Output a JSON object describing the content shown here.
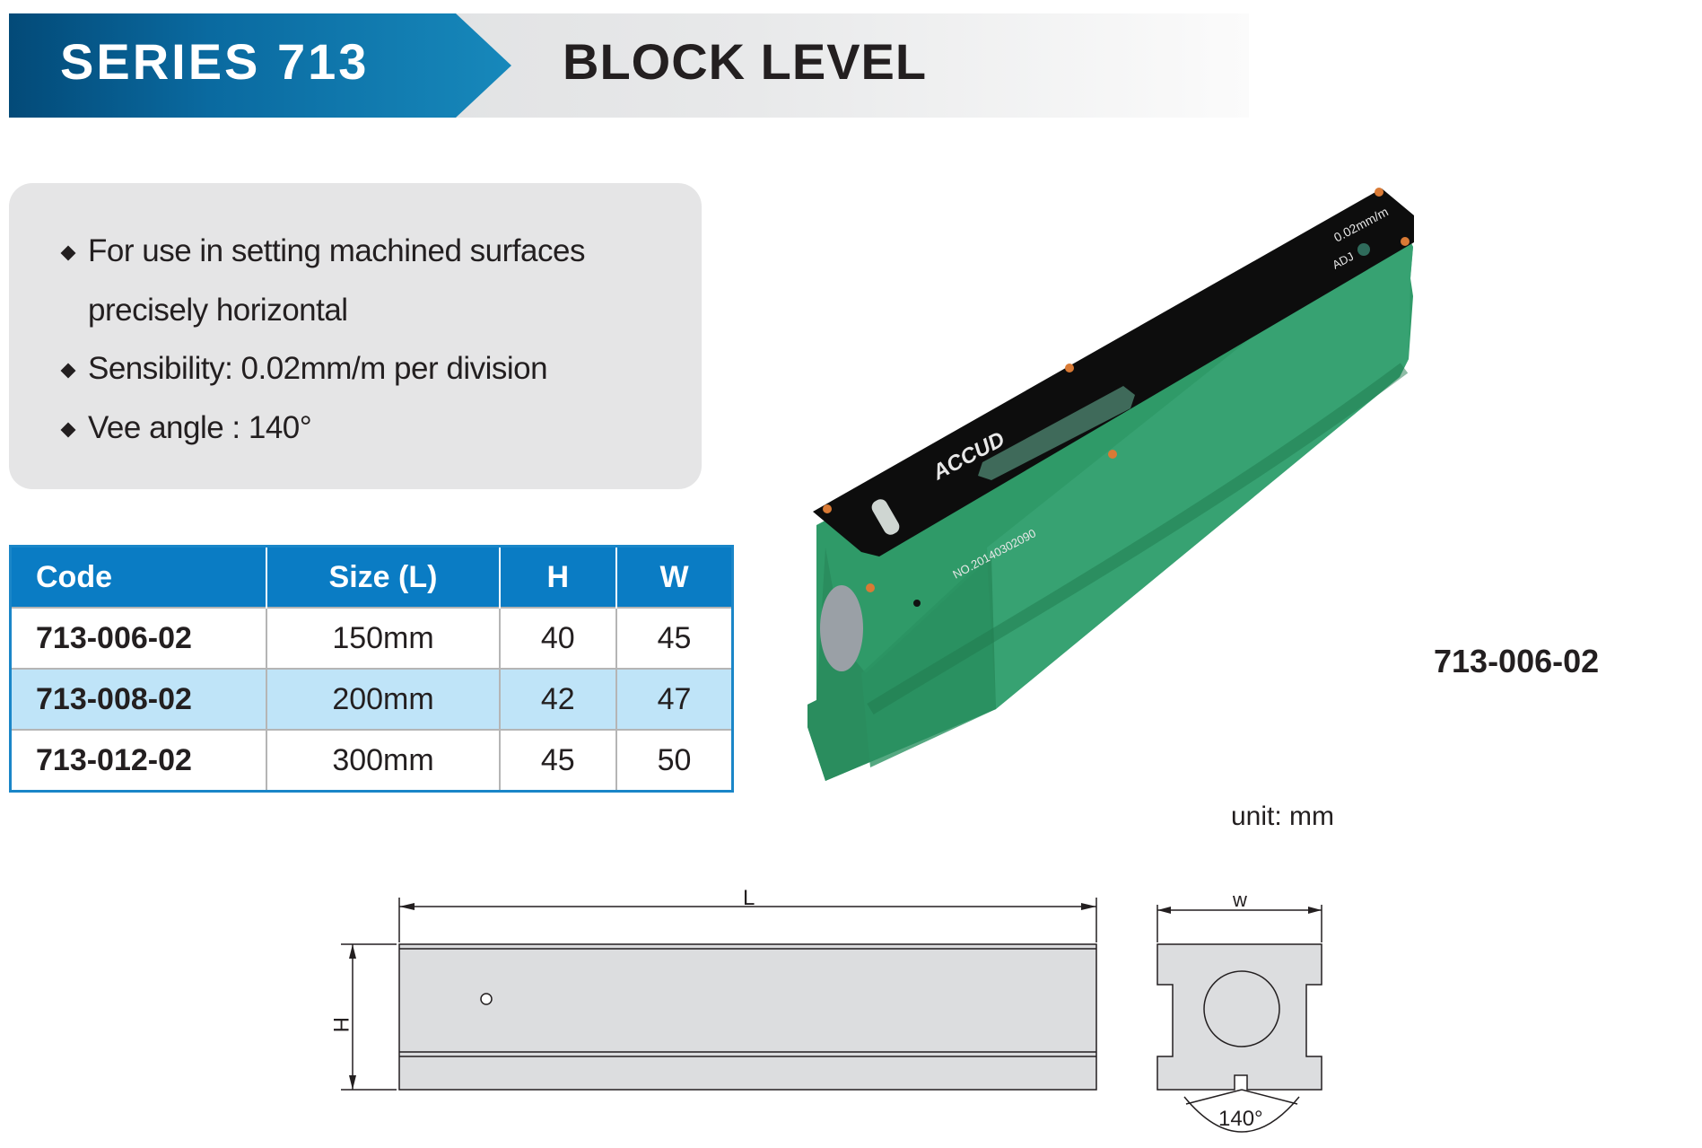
{
  "header": {
    "series": "SERIES 713",
    "title": "BLOCK LEVEL"
  },
  "features": [
    "For use in setting machined surfaces",
    "precisely horizontal",
    "Sensibility: 0.02mm/m per division",
    "Vee angle : 140°"
  ],
  "table": {
    "headers": [
      "Code",
      "Size (L)",
      "H",
      "W"
    ],
    "rows": [
      [
        "713-006-02",
        "150mm",
        "40",
        "45"
      ],
      [
        "713-008-02",
        "200mm",
        "42",
        "47"
      ],
      [
        "713-012-02",
        "300mm",
        "45",
        "50"
      ]
    ]
  },
  "product": {
    "code_label": "713-006-02",
    "brand": "ACCUD",
    "sensitivity": "0.02mm/m",
    "adj": "ADJ",
    "serial": "NO.20140302090"
  },
  "drawing": {
    "unit": "unit: mm",
    "L": "L",
    "H": "H",
    "W": "W",
    "angle": "140°"
  },
  "colors": {
    "brand_blue": "#0a7cc4",
    "body_green": "#2e9b6a",
    "alt_row": "#bfe4f8"
  }
}
